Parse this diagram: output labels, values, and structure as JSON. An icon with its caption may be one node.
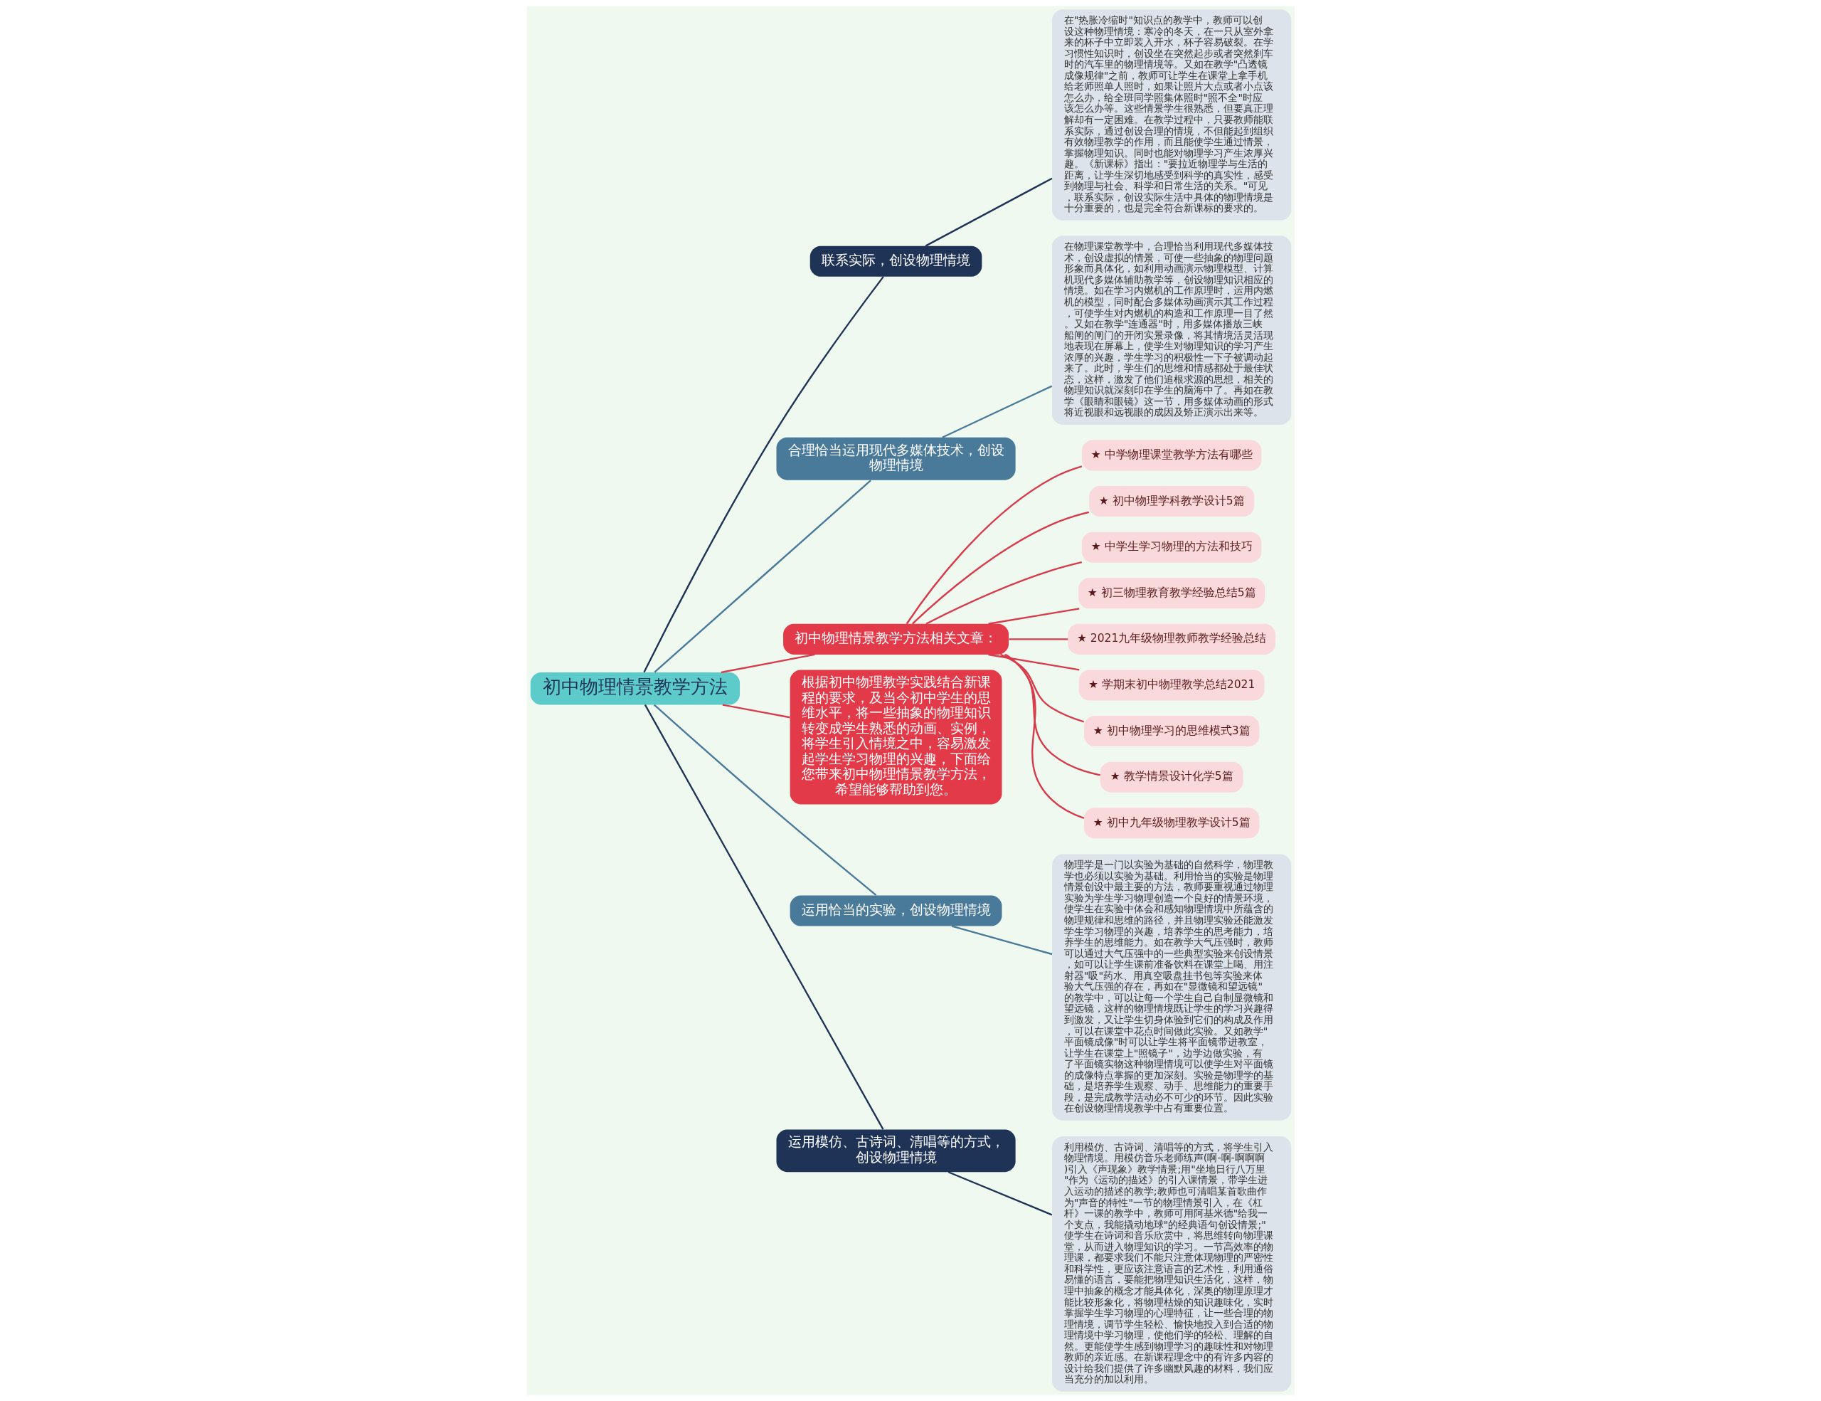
{
  "diagram": {
    "nodes": [
      {
        "text": [
          "初中物理情景教学方法"
        ]
      },
      {
        "text": [
          "联系实际，创设物理情境"
        ]
      },
      {
        "text": [
          "在\"热胀冷缩时\"知识点的教学中，教师可以创设这种物理情境：寒冷的冬天，在一只从室外拿来的杯子中立即装入开水，杯子容易破裂。在学习惯性知识时，创设坐在突然起步或者突然刹车时的汽车里的物理情境等。又如在教学\"凸透镜成像规律\"之前，教师可让学生在课堂上拿手机给老师照单人照时，如果让照片大点或者小点该怎么办，给全班同学照集体照时\"照不全\"时应该怎么办等。这些情景学生很熟悉，但要真正理解却有一定困难。在教学过程中，只要教师能联系实际，通过创设合理的情境，不但能起到组织有效物理教学的作用，而且能使学生通过情景，掌握物理知识。同时也能对物理学习产生浓厚兴趣。《新课标》指出：\"要拉近物理学与生活的距离，让学生深切地感受到科学的真实性，感受到物理与社会、科学和日常生活的关系。\"可见，联系实际，创设实际生活中具体的物理情境是十分重要的，也是完全符合新课标的要求的。"
        ]
      },
      {
        "text": [
          "合理恰当运用现代多媒体技术，创设物理情境"
        ]
      },
      {
        "text": [
          "在物理课堂教学中，合理恰当利用现代多媒体技术，创设虚拟的情景，可使一些抽象的物理问题形象而具体化，如利用动画演示物理模型、计算机现代多媒体辅助教学等，创设物理知识相应的情境。如在学习内燃机的工作原理时，运用内燃机的模型，同时配合多媒体动画演示其工作过程，可使学生对内燃机的构造和工作原理一目了然。又如在教学\"连通器\"时，用多媒体播放三峡船闸的闸门的开闭实景录像，将其情境活灵活现地表现在屏幕上，使学生对物理知识的学习产生浓厚的兴趣，学生学习的积极性一下子被调动起来了。此时，学生们的思维和情感都处于最佳状态，这样，激发了他们追根求源的思想，相关的物理知识就深刻印在学生的脑海中了。再如在教学《眼睛和眼镜》这一节，用多媒体动画的形式将近视眼和远视眼的成因及矫正演示出来等。"
        ]
      },
      {
        "text": [
          "初中物理情景教学方法相关文章："
        ]
      },
      {
        "text": [
          "★ 中学物理课堂教学方法有哪些"
        ]
      },
      {
        "text": [
          "★ 初中物理学科教学设计5篇"
        ]
      },
      {
        "text": [
          "★ 中学生学习物理的方法和技巧"
        ]
      },
      {
        "text": [
          "★ 初三物理教育教学经验总结5篇"
        ]
      },
      {
        "text": [
          "★ 2021九年级物理教师教学经验总结"
        ]
      },
      {
        "text": [
          "★ 学期末初中物理教学总结2021"
        ]
      },
      {
        "text": [
          "★ 初中物理学习的思维模式3篇"
        ]
      },
      {
        "text": [
          "★ 教学情景设计化学5篇"
        ]
      },
      {
        "text": [
          "★ 初中九年级物理教学设计5篇"
        ]
      },
      {
        "text": [
          "根据初中物理教学实践结合新课程的要求，及当今初中学生的思维水平，将一些抽象的物理知识转变成学生熟悉的动画、实例，将学生引入情境之中，容易激发起学生学习物理的兴趣，下面给您带来初中物理情景教学方法，希望能够帮助到您。"
        ]
      },
      {
        "text": [
          "运用恰当的实验，创设物理情境"
        ]
      },
      {
        "text": [
          "物理学是一门以实验为基础的自然科学，物理教学也必须以实验为基础。利用恰当的实验是物理情景创设中最主要的方法，教师要重视通过物理实验为学生学习物理创造一个良好的情景环境，使学生在实验中体会和感知物理情境中所蕴含的物理规律和思维的路径，并且物理实验还能激发学生学习物理的兴趣，培养学生的思考能力，培养学生的思维能力。如在教学大气压强时，教师可以通过大气压强中的一些典型实验来创设情景，如可以让学生课前准备饮料在课堂上喝、用注射器\"吸\"药水、用真空吸盘挂书包等实验来体验大气压强的存在，再如在\"显微镜和望远镜\"的教学中，可以让每一个学生自己自制显微镜和望远镜，这样的物理情境既让学生的学习兴趣得到激发，又让学生切身体验到它们的构成及作用，可以在课堂中花点时间做此实验。又如教学\"平面镜成像\"时可以让学生将平面镜带进教室，让学生在课堂上\"照镜子\"，边学边做实验，有了平面镜实物这种物理情境可以使学生对平面镜的成像特点掌握的更加深刻。实验是物理学的基础，是培养学生观察、动手、思维能力的重要手段，是完成教学活动必不可少的环节。因此实验在创设物理情境教学中占有重要位置。"
        ]
      },
      {
        "text": [
          "运用模仿、古诗词、清唱等的方式，创设物理情境"
        ]
      },
      {
        "text": [
          "利用模仿、古诗词、清唱等的方式，将学生引入物理情境。用模仿音乐老师练声(啊-啊-啊啊啊)引入《声现象》教学情景;用\"坐地日行八万里\"作为《运动的描述》的引入课情景，带学生进入运动的描述的教学;教师也可清唱某首歌曲作为\"声音的特性\"一节的物理情景引入，在《杠杆》一课的教学中，教师可用阿基米德\"给我一个支点，我能撬动地球\"的经典语句创设情景;\"使学生在诗词和音乐欣赏中，将思维转向物理课堂，从而进入物理知识的学习。一节高效率的物理课，都要求我们不能只注意体现物理的严密性和科学性，更应该注意语言的艺术性，利用通俗易懂的语言，要能把物理知识生活化，这样，物理中抽象的概念才能具体化，深奥的物理原理才能比较形象化，将物理枯燥的知识趣味化，实时掌握学生学习物理的心理特征，让一些合理的物理情境，调节学生轻松、愉快地投入到合适的物理情境中学习物理，使他们学的轻松、理解的自然。更能使学生感到物理学习的趣味性和对物理教师的亲近感。在新课程理念中的有许多内容的设计给我们提供了许多幽默风趣的材料，我们应当充分的加以利用。"
        ]
      }
    ],
    "edges": [
      {
        "from": 0,
        "to": 1,
        "arrow": "none",
        "color": "#1f3356"
      },
      {
        "from": 1,
        "to": 2,
        "arrow": "none",
        "color": "#1f3356"
      },
      {
        "from": 0,
        "to": 3,
        "arrow": "none",
        "color": "#4a7a99"
      },
      {
        "from": 3,
        "to": 4,
        "arrow": "none",
        "color": "#4a7a99"
      },
      {
        "from": 0,
        "to": 5,
        "arrow": "none",
        "color": "#d93a4a"
      },
      {
        "from": 5,
        "to": 6,
        "arrow": "none",
        "color": "#d93a4a"
      },
      {
        "from": 5,
        "to": 7,
        "arrow": "none",
        "color": "#d93a4a"
      },
      {
        "from": 5,
        "to": 8,
        "arrow": "none",
        "color": "#d93a4a"
      },
      {
        "from": 5,
        "to": 9,
        "arrow": "none",
        "color": "#d93a4a"
      },
      {
        "from": 5,
        "to": 10,
        "arrow": "none",
        "color": "#d93a4a"
      },
      {
        "from": 5,
        "to": 11,
        "arrow": "none",
        "color": "#d93a4a"
      },
      {
        "from": 5,
        "to": 12,
        "arrow": "none",
        "color": "#d93a4a"
      },
      {
        "from": 5,
        "to": 13,
        "arrow": "none",
        "color": "#d93a4a"
      },
      {
        "from": 5,
        "to": 14,
        "arrow": "none",
        "color": "#d93a4a"
      },
      {
        "from": 0,
        "to": 15,
        "arrow": "none",
        "color": "#d93a4a"
      },
      {
        "from": 0,
        "to": 16,
        "arrow": "none",
        "color": "#4a7a99"
      },
      {
        "from": 16,
        "to": 17,
        "arrow": "none",
        "color": "#4a7a99"
      },
      {
        "from": 0,
        "to": 18,
        "arrow": "none",
        "color": "#1f3356"
      },
      {
        "from": 18,
        "to": 19,
        "arrow": "none",
        "color": "#1f3356"
      }
    ]
  }
}
